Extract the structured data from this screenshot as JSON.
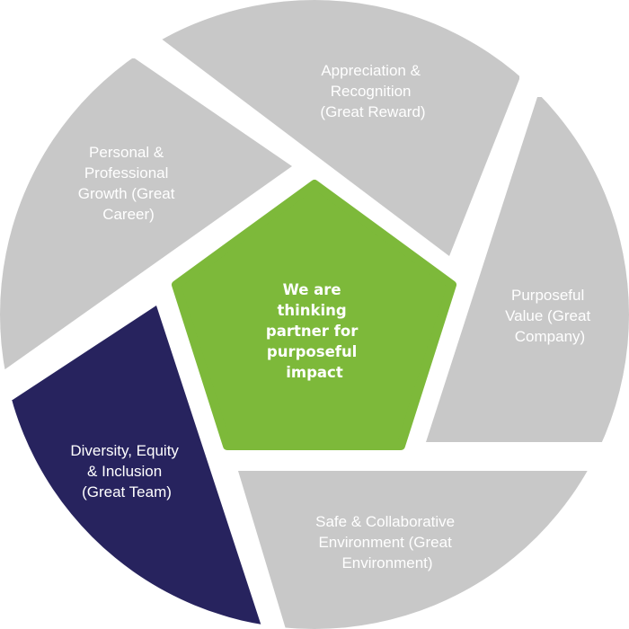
{
  "center": {
    "lines": [
      "We are",
      "thinking",
      "partner for",
      "purposeful",
      "impact"
    ],
    "color": "#7DB93A"
  },
  "segments": [
    {
      "id": "appreciation",
      "lines": [
        "Appreciation &",
        "Recognition",
        "(Great Reward)"
      ],
      "color": "#C8C8C8"
    },
    {
      "id": "purposeful-value",
      "lines": [
        "Purposeful",
        "Value (Great",
        "Company)"
      ],
      "color": "#C8C8C8"
    },
    {
      "id": "safe-collaborative",
      "lines": [
        "Safe & Collaborative",
        "Environment (Great",
        "Environment)"
      ],
      "color": "#C8C8C8"
    },
    {
      "id": "diversity",
      "lines": [
        "Diversity, Equity",
        "& Inclusion",
        "(Great Team)"
      ],
      "color": "#27235E"
    },
    {
      "id": "personal-growth",
      "lines": [
        "Personal &",
        "Professional",
        "Growth (Great",
        "Career)"
      ],
      "color": "#C8C8C8"
    }
  ]
}
